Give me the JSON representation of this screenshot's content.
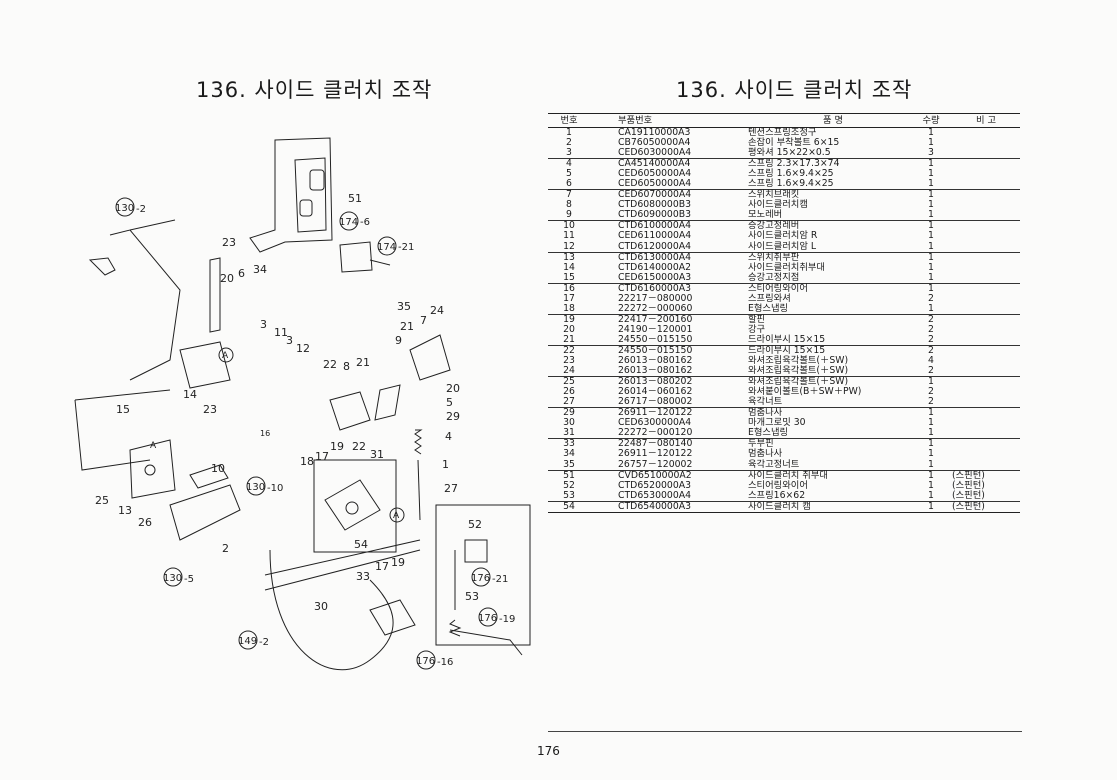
{
  "title_left": "136. 사이드 클러치 조작",
  "title_right": "136. 사이드 클러치 조작",
  "page_number": "176",
  "table": {
    "headers": [
      "번호",
      "부품번호",
      "품 명",
      "수량",
      "비 고"
    ],
    "rows": [
      {
        "no": "1",
        "pn": "CA19110000A3",
        "name": "텐션스프링조정구",
        "qty": "1",
        "rem": ""
      },
      {
        "no": "2",
        "pn": "CB76050000A4",
        "name": "손잡이 부착볼트 6×15",
        "qty": "1",
        "rem": ""
      },
      {
        "no": "3",
        "pn": "CED6030000A4",
        "name": "평와셔 15×22×0.5",
        "qty": "3",
        "rem": ""
      },
      {
        "no": "4",
        "pn": "CA45140000A4",
        "name": "스프링 2.3×17.3×74",
        "qty": "1",
        "rem": ""
      },
      {
        "no": "5",
        "pn": "CED6050000A4",
        "name": "스프링 1.6×9.4×25",
        "qty": "1",
        "rem": ""
      },
      {
        "no": "6",
        "pn": "CED6050000A4",
        "name": "스프링 1.6×9.4×25",
        "qty": "1",
        "rem": ""
      },
      {
        "no": "7",
        "pn": "CED6070000A4",
        "name": "스위치브래킷",
        "qty": "1",
        "rem": ""
      },
      {
        "no": "8",
        "pn": "CTD6080000B3",
        "name": "사이드클러치캠",
        "qty": "1",
        "rem": ""
      },
      {
        "no": "9",
        "pn": "CTD6090000B3",
        "name": "모노레버",
        "qty": "1",
        "rem": ""
      },
      {
        "no": "10",
        "pn": "CTD6100000A4",
        "name": "승강고정레버",
        "qty": "1",
        "rem": ""
      },
      {
        "no": "11",
        "pn": "CED6110000A4",
        "name": "사이드클러치암 R",
        "qty": "1",
        "rem": ""
      },
      {
        "no": "12",
        "pn": "CTD6120000A4",
        "name": "사이드클러치암 L",
        "qty": "1",
        "rem": ""
      },
      {
        "no": "13",
        "pn": "CTD6130000A4",
        "name": "스위치취부판",
        "qty": "1",
        "rem": ""
      },
      {
        "no": "14",
        "pn": "CTD6140000A2",
        "name": "사이드클러치취부대",
        "qty": "1",
        "rem": ""
      },
      {
        "no": "15",
        "pn": "CED6150000A3",
        "name": "승강고정지점",
        "qty": "1",
        "rem": ""
      },
      {
        "no": "16",
        "pn": "CTD6160000A3",
        "name": "스티어링와이어",
        "qty": "1",
        "rem": ""
      },
      {
        "no": "17",
        "pn": "22217－080000",
        "name": "스프링와셔",
        "qty": "2",
        "rem": ""
      },
      {
        "no": "18",
        "pn": "22272－000060",
        "name": "E형스냅링",
        "qty": "1",
        "rem": ""
      },
      {
        "no": "19",
        "pn": "22417－200160",
        "name": "할핀",
        "qty": "2",
        "rem": ""
      },
      {
        "no": "20",
        "pn": "24190－120001",
        "name": "강구",
        "qty": "2",
        "rem": ""
      },
      {
        "no": "21",
        "pn": "24550－015150",
        "name": "드라이부시 15×15",
        "qty": "2",
        "rem": ""
      },
      {
        "no": "22",
        "pn": "24550－015150",
        "name": "드라이부시 15×15",
        "qty": "2",
        "rem": ""
      },
      {
        "no": "23",
        "pn": "26013－080162",
        "name": "와셔조립육각볼트(＋SW)",
        "qty": "4",
        "rem": ""
      },
      {
        "no": "24",
        "pn": "26013－080162",
        "name": "와셔조립육각볼트(＋SW)",
        "qty": "2",
        "rem": ""
      },
      {
        "no": "25",
        "pn": "26013－080202",
        "name": "와셔조립육각볼트(＋SW)",
        "qty": "1",
        "rem": ""
      },
      {
        "no": "26",
        "pn": "26014－060162",
        "name": "와셔붙이볼트(B＋SW＋PW)",
        "qty": "2",
        "rem": ""
      },
      {
        "no": "27",
        "pn": "26717－080002",
        "name": "육각너트",
        "qty": "2",
        "rem": ""
      },
      {
        "no": "29",
        "pn": "26911－120122",
        "name": "멈춤나사",
        "qty": "1",
        "rem": ""
      },
      {
        "no": "30",
        "pn": "CED6300000A4",
        "name": "마개그로밋 30",
        "qty": "1",
        "rem": ""
      },
      {
        "no": "31",
        "pn": "22272－000120",
        "name": "E형스냅링",
        "qty": "1",
        "rem": ""
      },
      {
        "no": "33",
        "pn": "22487－080140",
        "name": "두부핀",
        "qty": "1",
        "rem": ""
      },
      {
        "no": "34",
        "pn": "26911－120122",
        "name": "멈춤나사",
        "qty": "1",
        "rem": ""
      },
      {
        "no": "35",
        "pn": "26757－120002",
        "name": "육각고정너트",
        "qty": "1",
        "rem": ""
      },
      {
        "no": "51",
        "pn": "CVD6510000A2",
        "name": "사이드클러치 취부대",
        "qty": "1",
        "rem": "(스핀턴)"
      },
      {
        "no": "52",
        "pn": "CTD6520000A3",
        "name": "스티어링와이어",
        "qty": "1",
        "rem": "(스핀턴)"
      },
      {
        "no": "53",
        "pn": "CTD6530000A4",
        "name": "스프링16×62",
        "qty": "1",
        "rem": "(스핀턴)"
      },
      {
        "no": "54",
        "pn": "CTD6540000A3",
        "name": "사이드클러치 캠",
        "qty": "1",
        "rem": "(스핀턴)"
      }
    ]
  },
  "diagram": {
    "labels": [
      "51",
      "23",
      "20",
      "6",
      "34",
      "35",
      "24",
      "7",
      "21",
      "9",
      "3",
      "11",
      "12",
      "3",
      "22",
      "8",
      "21",
      "20",
      "5",
      "29",
      "4",
      "1",
      "27",
      "14",
      "23",
      "15",
      "16",
      "18",
      "17",
      "19",
      "22",
      "31",
      "10",
      "25",
      "13",
      "26",
      "2",
      "54",
      "52",
      "53",
      "33",
      "17",
      "19",
      "30",
      "A",
      "A",
      "A"
    ],
    "callouts": [
      {
        "ref": "130",
        "suffix": "-2"
      },
      {
        "ref": "174",
        "suffix": "-6"
      },
      {
        "ref": "174",
        "suffix": "-21"
      },
      {
        "ref": "130",
        "suffix": "-10"
      },
      {
        "ref": "130",
        "suffix": "-5"
      },
      {
        "ref": "149",
        "suffix": "-2"
      },
      {
        "ref": "176",
        "suffix": "-21"
      },
      {
        "ref": "176",
        "suffix": "-19"
      },
      {
        "ref": "176",
        "suffix": "-16"
      }
    ]
  }
}
